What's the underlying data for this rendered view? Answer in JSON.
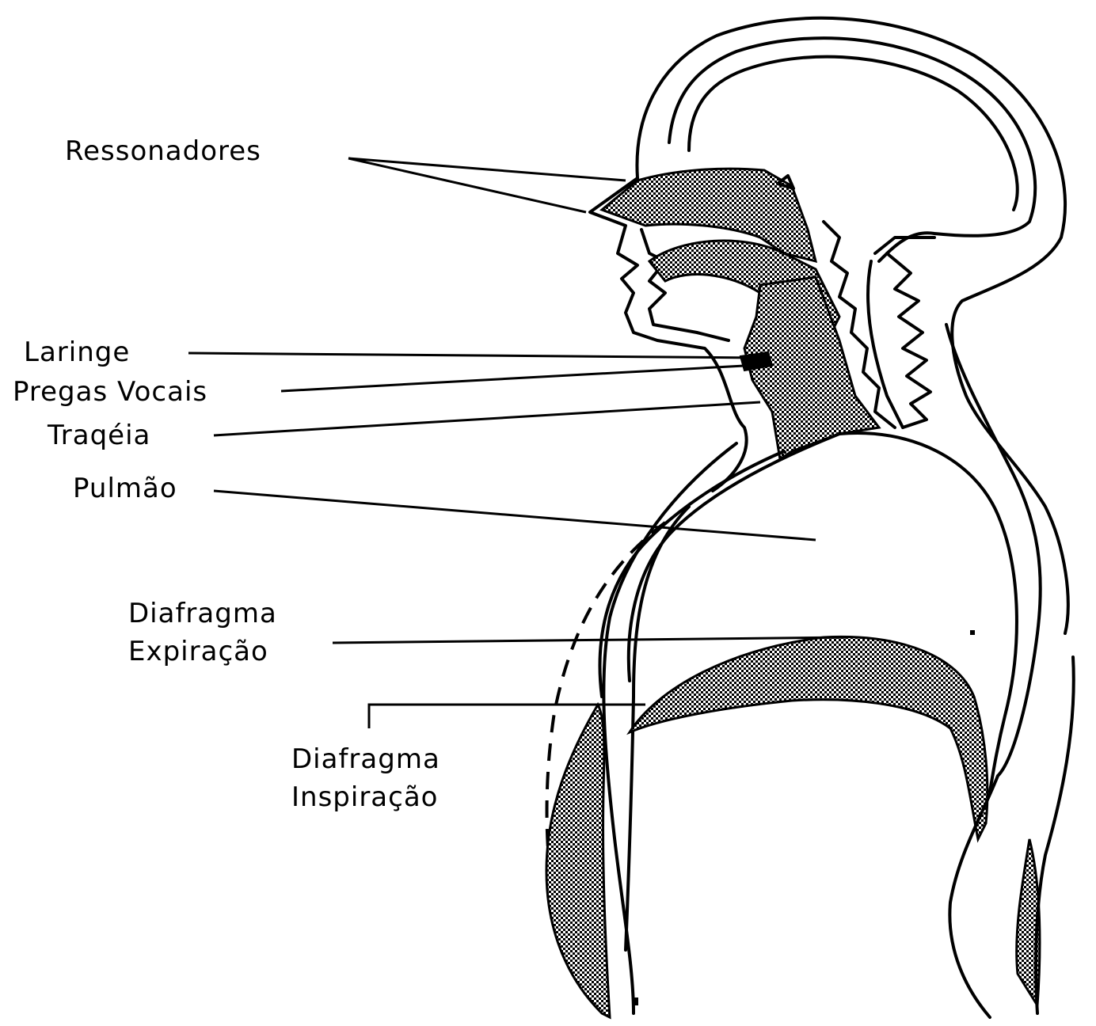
{
  "labels": {
    "resonators": "Ressonadores",
    "larynx": "Laringe",
    "vocal_folds": "Pregas Vocais",
    "trachea": "Traqéia",
    "lung": "Pulmão",
    "diaphragm_exp_1": "Diafragma",
    "diaphragm_exp_2": "Expiração",
    "diaphragm_insp_1": "Diafragma",
    "diaphragm_insp_2": "Inspiração"
  },
  "colors": {
    "ink": "#000000",
    "background": "#ffffff"
  }
}
